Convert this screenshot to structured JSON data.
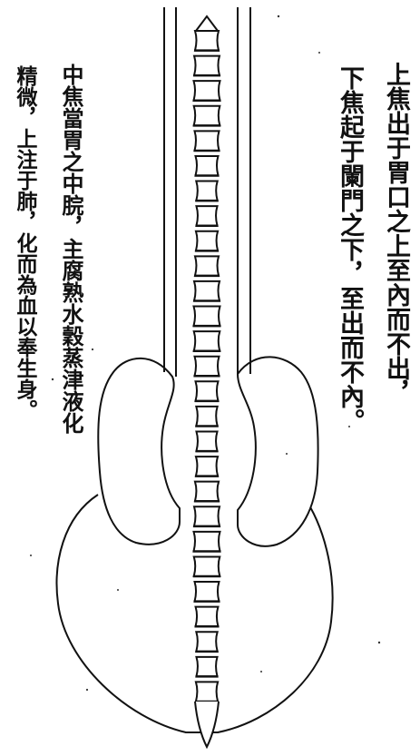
{
  "columns": {
    "col1": "上焦出于胃口之上至內而不出，",
    "col2": "下焦起于闌門之下，至出而不內。",
    "col3": "中焦當胃之中脘，主腐熟水穀蒸津液化",
    "col4": "精微，上注于肺，化而為血以奉生身。"
  },
  "colors": {
    "ink": "#111111",
    "paper": "#ffffff"
  }
}
